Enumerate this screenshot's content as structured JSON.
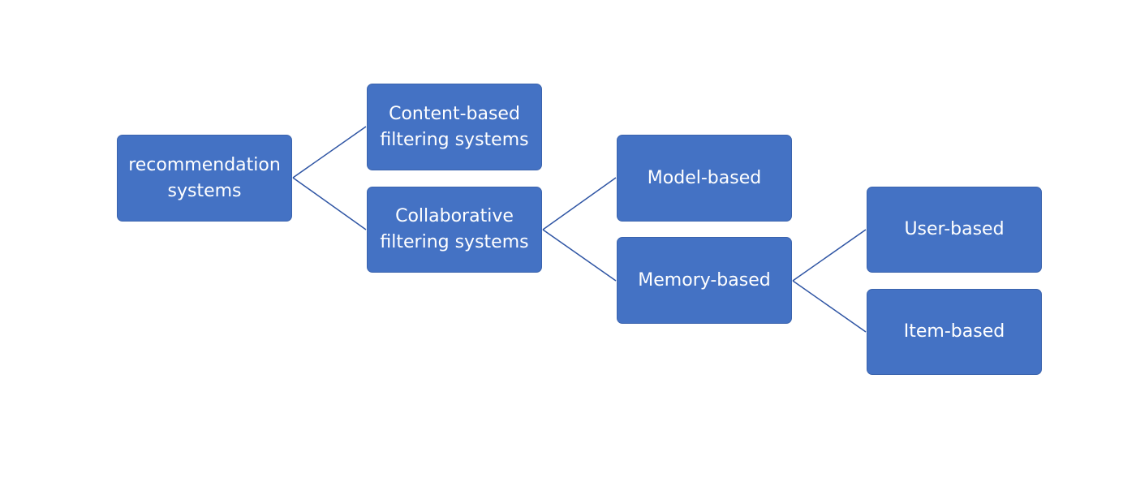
{
  "diagram": {
    "nodes": {
      "root": {
        "label": "recommendation systems"
      },
      "content_based": {
        "label": "Content-based filtering systems"
      },
      "collaborative": {
        "label": "Collaborative filtering systems"
      },
      "model_based": {
        "label": "Model-based"
      },
      "memory_based": {
        "label": "Memory-based"
      },
      "user_based": {
        "label": "User-based"
      },
      "item_based": {
        "label": "Item-based"
      }
    },
    "edges": [
      {
        "from": "root",
        "to": "content_based"
      },
      {
        "from": "root",
        "to": "collaborative"
      },
      {
        "from": "collaborative",
        "to": "model_based"
      },
      {
        "from": "collaborative",
        "to": "memory_based"
      },
      {
        "from": "memory_based",
        "to": "user_based"
      },
      {
        "from": "memory_based",
        "to": "item_based"
      }
    ],
    "colors": {
      "node_fill": "#4472c4",
      "node_text": "#ffffff",
      "connector": "#2f55a4"
    }
  }
}
